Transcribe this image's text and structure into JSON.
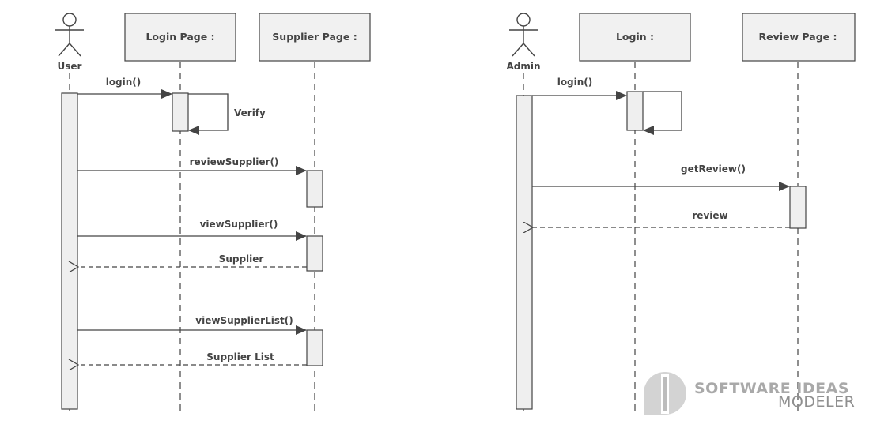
{
  "diagram_left": {
    "actor": "User",
    "objects": [
      "Login Page :",
      "Supplier Page :"
    ],
    "messages": [
      {
        "label": "login()",
        "kind": "call"
      },
      {
        "label": "Verify",
        "kind": "self"
      },
      {
        "label": "reviewSupplier()",
        "kind": "call"
      },
      {
        "label": "viewSupplier()",
        "kind": "call"
      },
      {
        "label": "Supplier",
        "kind": "return"
      },
      {
        "label": "viewSupplierList()",
        "kind": "call"
      },
      {
        "label": "Supplier List",
        "kind": "return"
      }
    ]
  },
  "diagram_right": {
    "actor": "Admin",
    "objects": [
      "Login :",
      "Review Page :"
    ],
    "messages": [
      {
        "label": "login()",
        "kind": "call"
      },
      {
        "label": "getReview()",
        "kind": "call"
      },
      {
        "label": "review",
        "kind": "return"
      }
    ]
  },
  "watermark": {
    "line1": "SOFTWARE IDEAS",
    "line2": "MODELER"
  }
}
